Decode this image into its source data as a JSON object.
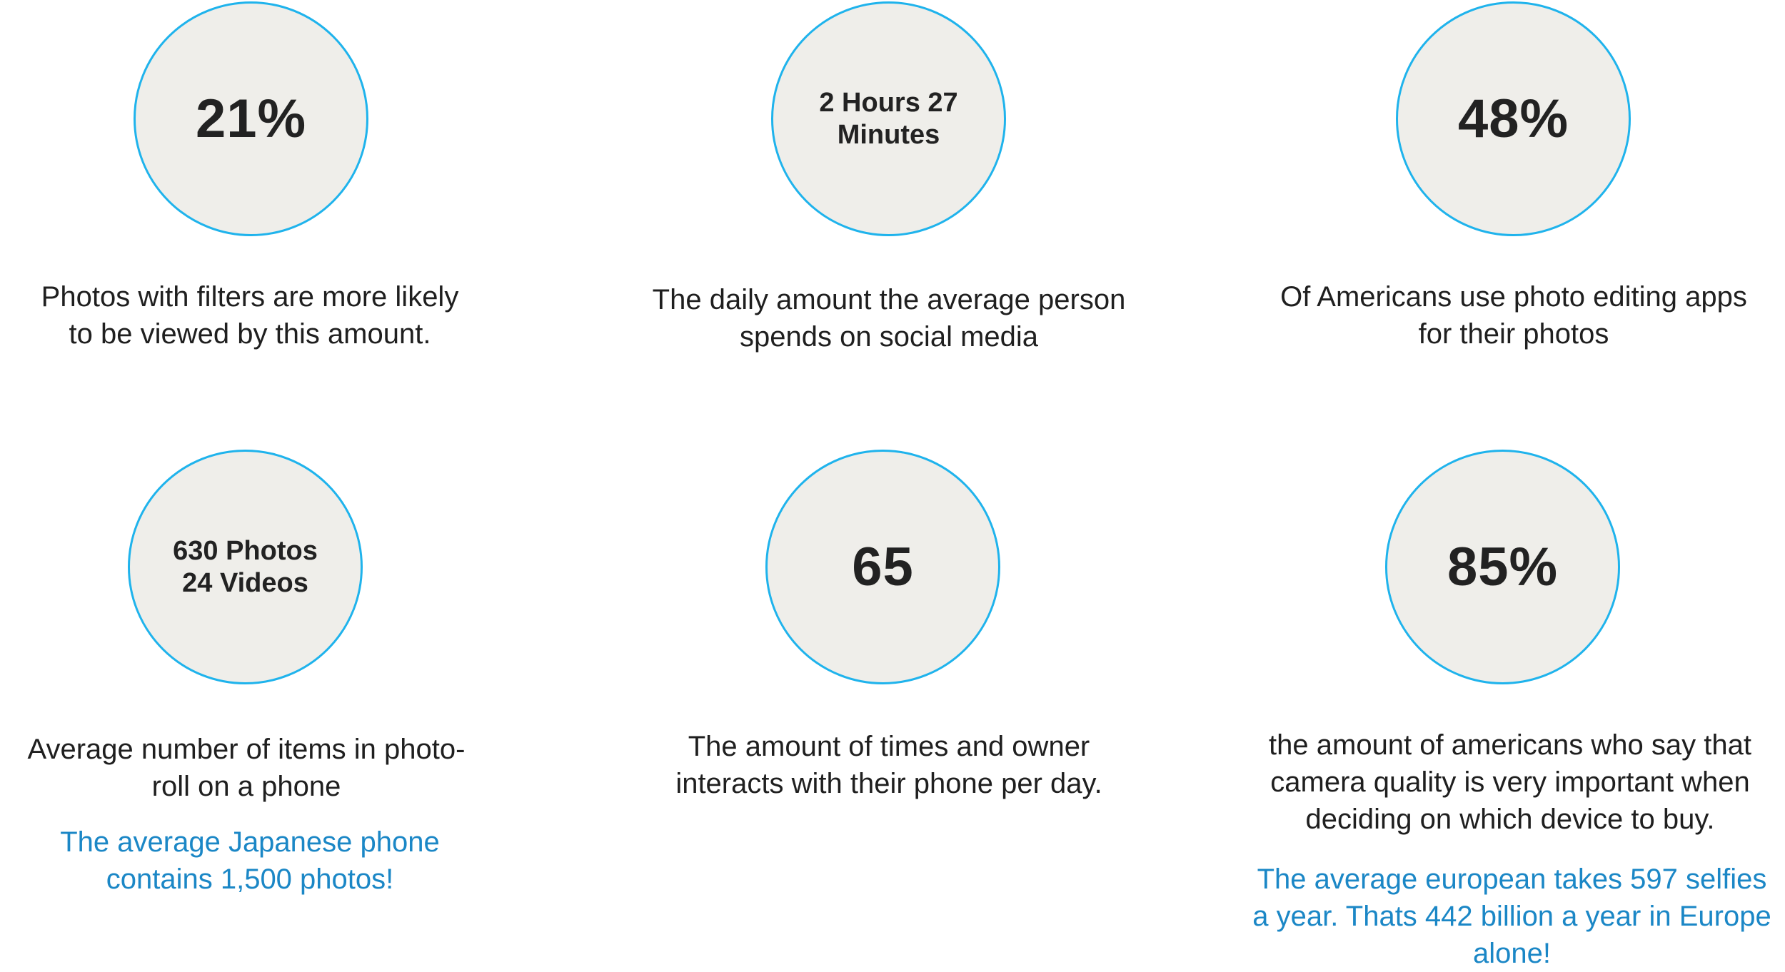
{
  "accent_color": "#1fb3ec",
  "note_color": "#1b87c6",
  "circle_fill": "#efeeea",
  "stats": [
    {
      "value_lines": [
        "21%"
      ],
      "description_lines": [
        "Photos with filters are more likely",
        "to be viewed by this amount."
      ]
    },
    {
      "value_lines": [
        "2 Hours 27",
        "Minutes"
      ],
      "description_lines": [
        "The daily amount the average person",
        "spends on social media"
      ]
    },
    {
      "value_lines": [
        "48%"
      ],
      "description_lines": [
        "Of Americans use photo editing apps",
        "for their photos"
      ]
    },
    {
      "value_lines": [
        "630 Photos",
        "24 Videos"
      ],
      "description_lines": [
        "Average number of items  in photo-",
        "roll on a phone"
      ],
      "note_lines": [
        "The average Japanese phone",
        "contains 1,500 photos!"
      ]
    },
    {
      "value_lines": [
        "65"
      ],
      "description_lines": [
        "The amount of times and owner",
        "interacts with their phone per day."
      ]
    },
    {
      "value_lines": [
        "85%"
      ],
      "description_lines": [
        "the amount of americans who say that",
        "camera quality is very important when",
        "deciding on which device to buy."
      ],
      "note_lines": [
        "The average european takes 597 selfies",
        "a year. Thats 442 billion a year in Europe",
        "alone!"
      ]
    }
  ]
}
